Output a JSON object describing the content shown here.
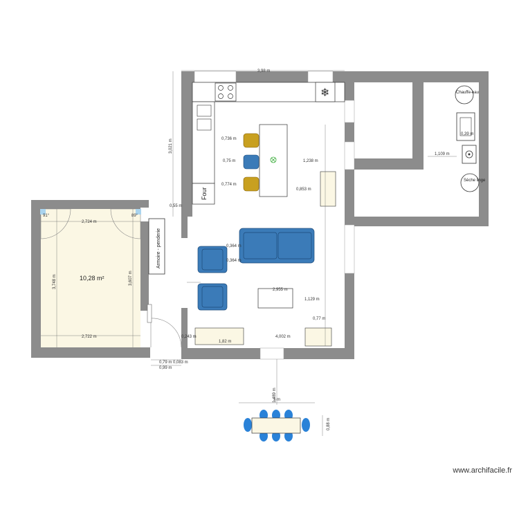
{
  "rooms": {
    "bedroom_area": "10,28 m²"
  },
  "labels": {
    "wardrobe": "Armoire - penderie",
    "oven": "Four",
    "water_heater": "Chauffe-eau",
    "dryer": "Sèche linge"
  },
  "dimensions": {
    "top_width": "3,98 m",
    "left_height": "3,021 m",
    "wall_055": "0,55 m",
    "bedroom_width_top": "2,724 m",
    "bedroom_width_bottom": "2,722 m",
    "bedroom_height_left": "3,748 m",
    "bedroom_height_right": "3,607 m",
    "door_079": "0,79 m",
    "door_0083": "0,083 m",
    "door_099": "0,99 m",
    "island_0736": "0,736 m",
    "island_075": "0,75 m",
    "island_0774": "0,774 m",
    "island_1238": "1,238 m",
    "island_0853": "0,853 m",
    "sofa_0364a": "0,364 m",
    "sofa_0364b": "0,364 m",
    "table_2955": "2,955 m",
    "table_1129": "1,129 m",
    "dim_4002": "4,002 m",
    "dim_182": "1,82 m",
    "dim_077": "0,77 m",
    "dim_0243": "0,243 m",
    "dim_1489": "1,489 m",
    "dining_2": "2 m",
    "dining_088": "0,88 m",
    "laundry_1109": "1,109 m",
    "laundry_039": "0,39 m",
    "angle_91": "91°",
    "angle_89": "89°"
  },
  "watermark": "www.archifacile.fr"
}
